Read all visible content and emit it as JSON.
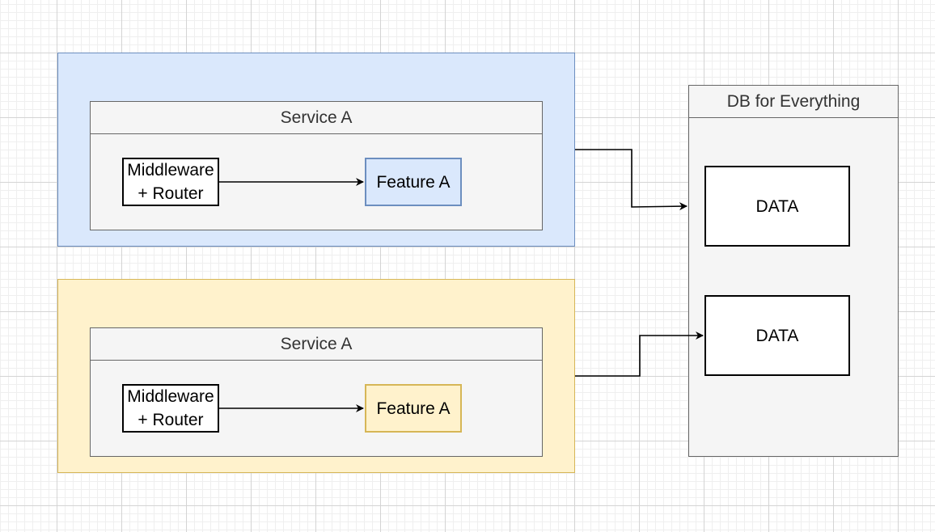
{
  "diagram": {
    "groups": [
      {
        "id": "group-1",
        "color": "#dae8fc",
        "service": {
          "title": "Service A",
          "middleware_label": "Middleware\n+ Router",
          "feature_label": "Feature A"
        }
      },
      {
        "id": "group-2",
        "color": "#fff2cc",
        "service": {
          "title": "Service A",
          "middleware_label": "Middleware\n+ Router",
          "feature_label": "Feature A"
        }
      }
    ],
    "database": {
      "title": "DB for Everything",
      "items": [
        {
          "label": "DATA"
        },
        {
          "label": "DATA"
        }
      ]
    },
    "edges": [
      {
        "from": "Middleware + Router (group 1)",
        "to": "Feature A (group 1)"
      },
      {
        "from": "Middleware + Router (group 2)",
        "to": "Feature A (group 2)"
      },
      {
        "from": "group 1",
        "to": "DB for Everything"
      },
      {
        "from": "group 2",
        "to": "DATA (second)"
      }
    ]
  }
}
